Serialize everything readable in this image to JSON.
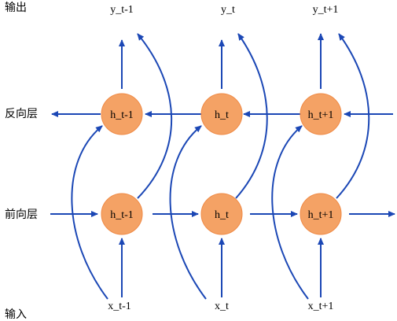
{
  "row_labels": {
    "output": "输出",
    "backward": "反向层",
    "forward": "前向层",
    "input": "输入"
  },
  "outputs": [
    "y_t-1",
    "y_t",
    "y_t+1"
  ],
  "backward_nodes": [
    "h_t-1",
    "h_t",
    "h_t+1"
  ],
  "forward_nodes": [
    "h_t-1",
    "h_t",
    "h_t+1"
  ],
  "inputs": [
    "x_t-1",
    "x_t",
    "x_t+1"
  ],
  "colors": {
    "node_fill": "#F4A265",
    "node_stroke": "#F08A45",
    "arrow": "#1B47B5",
    "text": "#000000"
  }
}
